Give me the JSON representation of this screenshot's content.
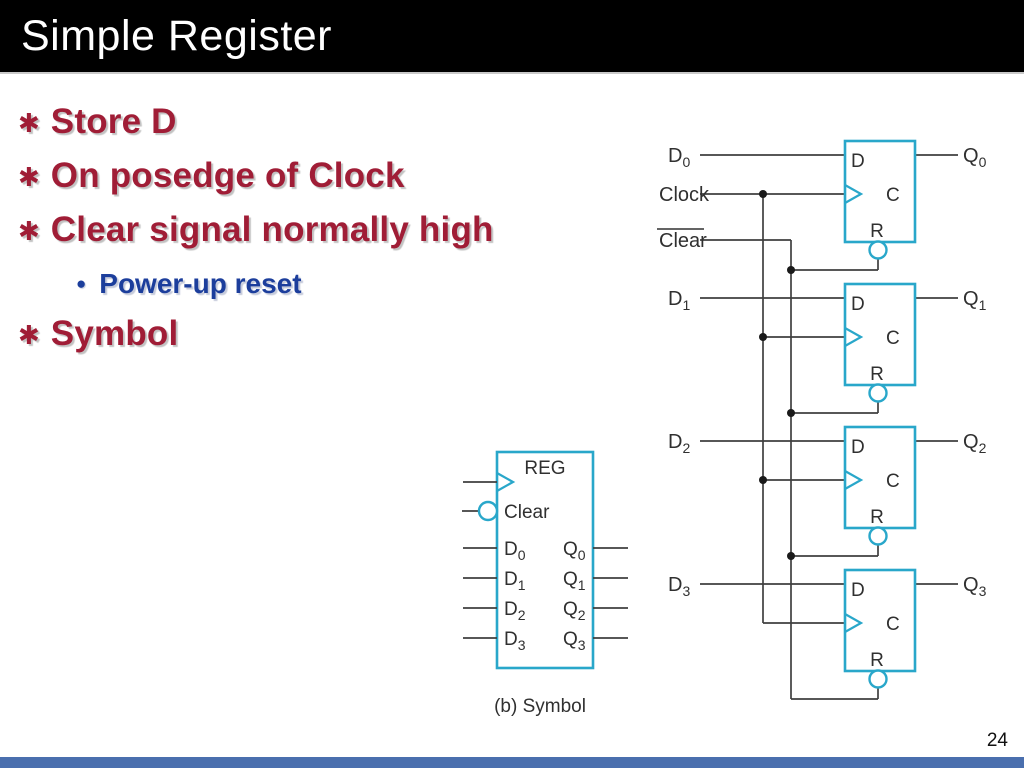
{
  "slide": {
    "title": "Simple Register",
    "page_number": "24"
  },
  "bullets": {
    "l1_char": "✱",
    "l2_char": "●",
    "items": [
      {
        "level": 1,
        "text": "Store D"
      },
      {
        "level": 1,
        "text": "On posedge of Clock"
      },
      {
        "level": 1,
        "text": "Clear signal normally high"
      },
      {
        "level": 2,
        "text": "Power-up reset"
      },
      {
        "level": 1,
        "text": "Symbol"
      }
    ]
  },
  "circuit": {
    "clock_label": "Clock",
    "clear_label": "Clear",
    "clear_active_low": true,
    "flipflops": [
      {
        "d_in": {
          "base": "D",
          "sub": "0"
        },
        "q_out": {
          "base": "Q",
          "sub": "0"
        },
        "pins": {
          "d": "D",
          "c": "C",
          "r": "R"
        }
      },
      {
        "d_in": {
          "base": "D",
          "sub": "1"
        },
        "q_out": {
          "base": "Q",
          "sub": "1"
        },
        "pins": {
          "d": "D",
          "c": "C",
          "r": "R"
        }
      },
      {
        "d_in": {
          "base": "D",
          "sub": "2"
        },
        "q_out": {
          "base": "Q",
          "sub": "2"
        },
        "pins": {
          "d": "D",
          "c": "C",
          "r": "R"
        }
      },
      {
        "d_in": {
          "base": "D",
          "sub": "3"
        },
        "q_out": {
          "base": "Q",
          "sub": "3"
        },
        "pins": {
          "d": "D",
          "c": "C",
          "r": "R"
        }
      }
    ]
  },
  "symbol": {
    "title": "REG",
    "clear_label": "Clear",
    "rows": [
      {
        "in": {
          "base": "D",
          "sub": "0"
        },
        "out": {
          "base": "Q",
          "sub": "0"
        }
      },
      {
        "in": {
          "base": "D",
          "sub": "1"
        },
        "out": {
          "base": "Q",
          "sub": "1"
        }
      },
      {
        "in": {
          "base": "D",
          "sub": "2"
        },
        "out": {
          "base": "Q",
          "sub": "2"
        }
      },
      {
        "in": {
          "base": "D",
          "sub": "3"
        },
        "out": {
          "base": "Q",
          "sub": "3"
        }
      }
    ],
    "caption": "(b) Symbol"
  },
  "colors": {
    "title_bg": "#000000",
    "title_text": "#ffffff",
    "heading_red": "#a01d36",
    "sub_blue": "#1c3e9c",
    "diagram_teal": "#29a7ca",
    "wire_dark": "#3f3f3f",
    "footer_blue": "#4a6fae"
  }
}
